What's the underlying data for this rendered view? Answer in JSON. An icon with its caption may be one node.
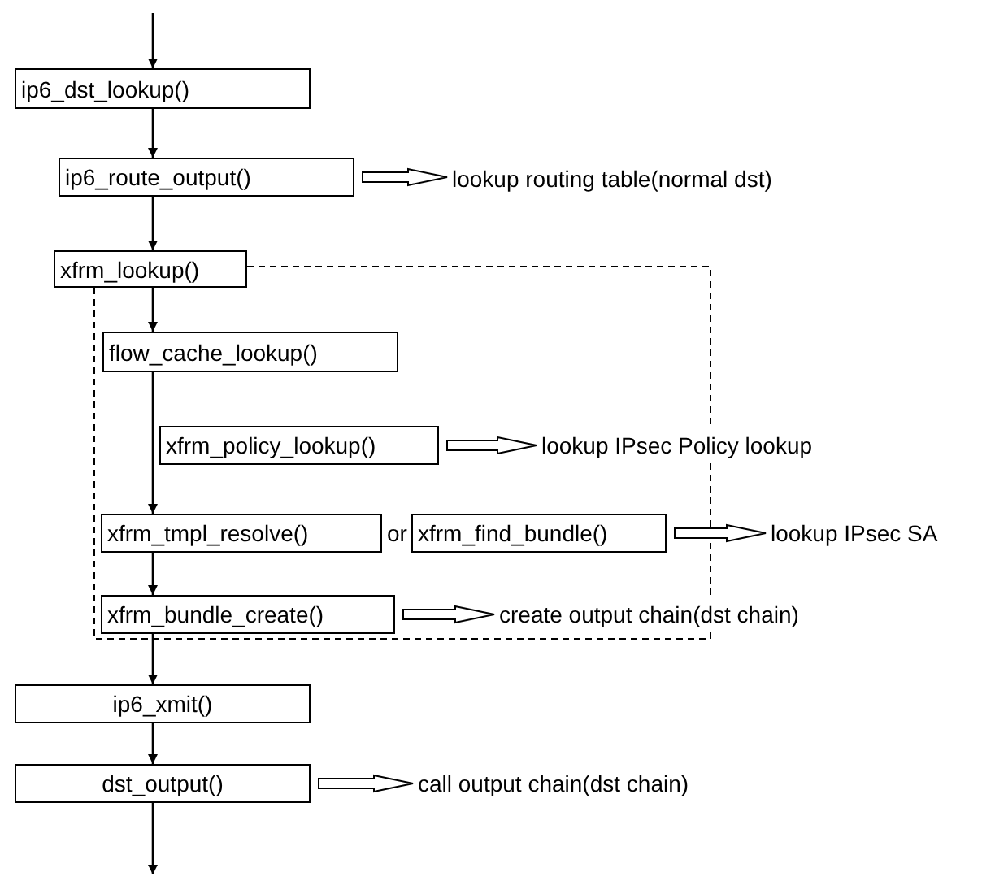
{
  "diagram": {
    "nodes": [
      {
        "text": [
          "ip6_dst_lookup()"
        ]
      },
      {
        "text": [
          "ip6_route_output()"
        ]
      },
      {
        "text": [
          "lookup routing table(normal dst)"
        ]
      },
      {
        "text": [
          "xfrm_lookup()"
        ]
      },
      {
        "text": [
          "flow_cache_lookup()"
        ]
      },
      {
        "text": [
          "xfrm_policy_lookup()"
        ]
      },
      {
        "text": [
          "lookup IPsec Policy lookup"
        ]
      },
      {
        "text": [
          "xfrm_tmpl_resolve()"
        ]
      },
      {
        "text": [
          "xfrm_find_bundle()"
        ]
      },
      {
        "text": [
          "lookup IPsec SA"
        ]
      },
      {
        "text": [
          "xfrm_bundle_create()"
        ]
      },
      {
        "text": [
          "create output chain(dst chain)"
        ]
      },
      {
        "text": [
          "ip6_xmit()"
        ]
      },
      {
        "text": [
          "dst_output()"
        ]
      },
      {
        "text": [
          "call output chain(dst chain)"
        ]
      }
    ],
    "edges": [
      {
        "from": null,
        "to": 0,
        "arrow": "to"
      },
      {
        "from": 0,
        "to": 1,
        "arrow": "to"
      },
      {
        "from": 1,
        "to": 2,
        "arrow": "to",
        "style": "thick"
      },
      {
        "from": 1,
        "to": 3,
        "arrow": "to"
      },
      {
        "from": 3,
        "to": 4,
        "arrow": "to"
      },
      {
        "from": 4,
        "to": 7,
        "arrow": "to"
      },
      {
        "from": 5,
        "to": 6,
        "arrow": "to",
        "style": "thick"
      },
      {
        "from": 8,
        "to": 9,
        "arrow": "to",
        "style": "thick"
      },
      {
        "from": 7,
        "to": 10,
        "arrow": "to"
      },
      {
        "from": 10,
        "to": 11,
        "arrow": "to",
        "style": "thick"
      },
      {
        "from": 10,
        "to": 12,
        "arrow": "to"
      },
      {
        "from": 12,
        "to": 13,
        "arrow": "to"
      },
      {
        "from": 13,
        "to": 14,
        "arrow": "to",
        "style": "thick"
      },
      {
        "from": 13,
        "to": null,
        "arrow": "to"
      }
    ],
    "labels": [
      "or"
    ]
  }
}
